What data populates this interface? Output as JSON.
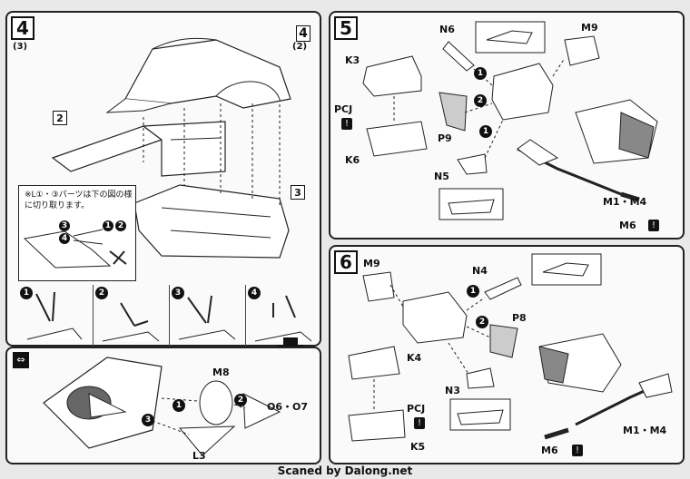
{
  "step4": {
    "number": "4",
    "sub_ref": "(3)",
    "ref_tag": "4",
    "ref_tag_sub": "(2)",
    "part_2": "2",
    "part_3": "3",
    "note": "※L①・③パーツは下の図の様に切り取ります。",
    "note_markers": [
      "3",
      "1",
      "2",
      "4"
    ],
    "cut_steps": [
      "1",
      "2",
      "3",
      "4"
    ]
  },
  "subassembly": {
    "icon": "arrows-icon",
    "labels": {
      "m8": "M8",
      "step1": "1",
      "step2": "2",
      "step3": "3",
      "o_parts": "O6・O7",
      "l3": "L3"
    }
  },
  "step5": {
    "number": "5",
    "labels": {
      "n6": "N6",
      "m9": "M9",
      "k3": "K3",
      "pc": "PCJ",
      "k6": "K6",
      "p9": "P9",
      "n5": "N5",
      "m1m4": "M1・M4",
      "m6": "M6"
    },
    "steps": [
      "1",
      "2",
      "1"
    ]
  },
  "step6": {
    "number": "6",
    "labels": {
      "m9": "M9",
      "n4": "N4",
      "p8": "P8",
      "k4": "K4",
      "n3": "N3",
      "pc": "PCJ",
      "k5": "K5",
      "m1m4": "M1・M4",
      "m6": "M6"
    },
    "steps": [
      "1",
      "2"
    ]
  },
  "footer": "Scaned by Dalong.net"
}
